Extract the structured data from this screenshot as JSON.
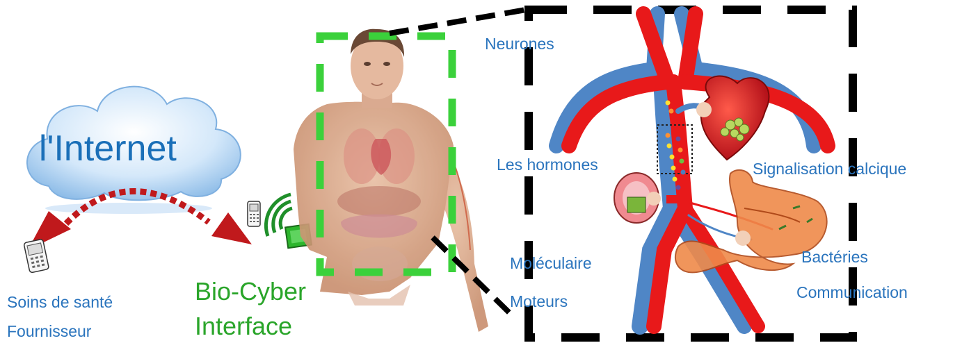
{
  "internet": {
    "label": "l'Internet"
  },
  "provider": {
    "line1": "Soins de santé",
    "line2": "Fournisseur"
  },
  "interface": {
    "line1": "Bio-Cyber",
    "line2": "Interface"
  },
  "body_labels": {
    "neurons": "Neurones",
    "hormones": "Les hormones",
    "calcium": "Signalisation calcique",
    "molecular": "Moléculaire",
    "motors": "Moteurs",
    "bacteria": "Bactéries",
    "communication": "Communication"
  },
  "colors": {
    "cloud": "#bfdcf6",
    "text_blue": "#2a74bd",
    "internet_blue": "#1a6fb8",
    "interface_green": "#2aa52a",
    "arrow_red": "#c0191c",
    "artery_red": "#e8191a",
    "vein_blue": "#4f86c6",
    "dash_green": "#3bd13b",
    "dash_black": "#000000"
  }
}
